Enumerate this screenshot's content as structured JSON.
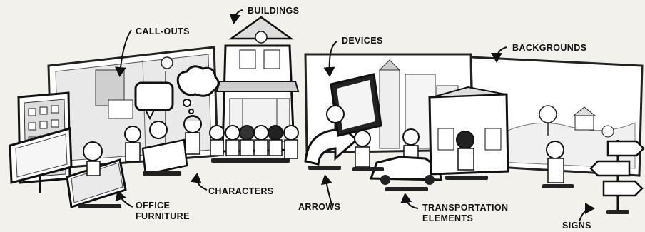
{
  "labels": {
    "buildings": "Buildings",
    "call_outs": "Call-outs",
    "devices": "Devices",
    "backgrounds": "Backgrounds",
    "characters": "Characters",
    "office_furniture_1": "Office",
    "office_furniture_2": "Furniture",
    "arrows": "Arrows",
    "transportation_1": "Transportation",
    "transportation_2": "Elements",
    "signs": "Signs"
  }
}
